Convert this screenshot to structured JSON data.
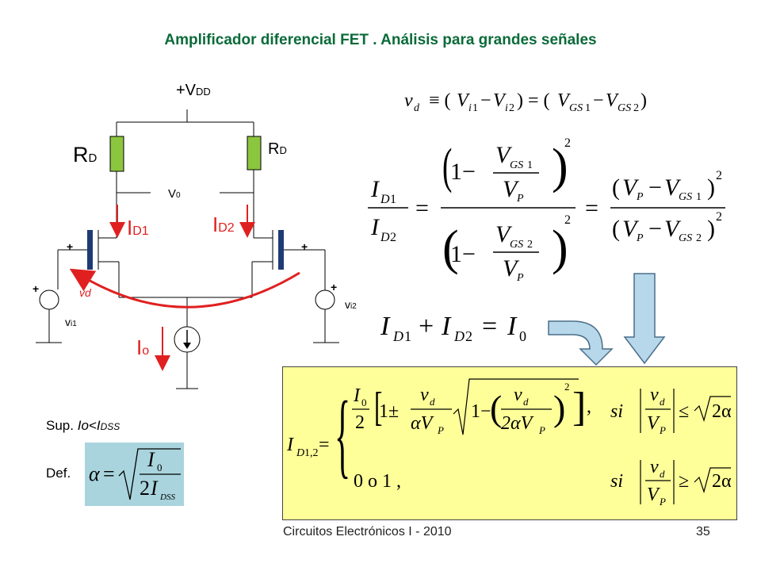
{
  "slide": {
    "title": "Amplificador diferencial FET . Análisis para grandes señales",
    "footer_left": "Circuitos Electrónicos I - 2010",
    "page_number": "35"
  },
  "circuit": {
    "vdd": "+V",
    "vdd_sub": "DD",
    "rd": "R",
    "rd_sub": "D",
    "v0": "V",
    "v0_sub": "0",
    "id1": "I",
    "id1_sub": "D1",
    "id2": "I",
    "id2_sub": "D2",
    "io": "I",
    "io_sub": "o",
    "vd": "vd",
    "vi1": "v",
    "vi1_sub": "i1",
    "vi2": "v",
    "vi2_sub": "i2",
    "plus": "+"
  },
  "notes": {
    "sup_prefix": "Sup.",
    "sup_io": "Io",
    "sup_rel": "<I",
    "sup_sub": "DSS",
    "def": "Def."
  },
  "colors": {
    "title": "#0b6b3a",
    "resistor": "#8cc63f",
    "fet": "#1f3b73",
    "arrow": "#e02020",
    "yellow_box": "#ffff99",
    "def_box": "#a9d4de",
    "down_arrow_fill": "#b7d7ea"
  }
}
